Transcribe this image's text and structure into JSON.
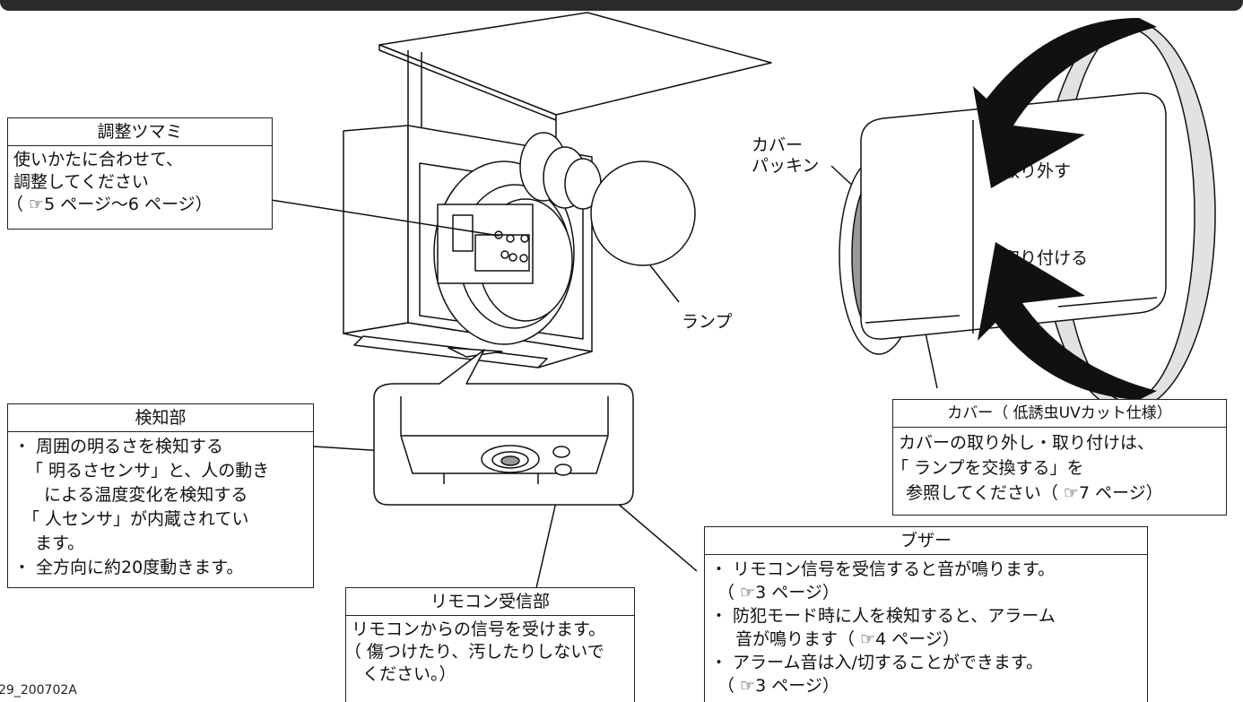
{
  "knob": {
    "title": "調整ツマミ",
    "lines": [
      "使いかたに合わせて、",
      "調整してください",
      "（ ☞5 ページ～6 ページ）"
    ]
  },
  "detector": {
    "title": "検知部",
    "lines": [
      "・ 周囲の明るさを検知する",
      "「 明るさセンサ」と、人の動き",
      "による温度変化を検知する",
      "「 人センサ」が内蔵されてい",
      "ます。",
      "・ 全方向に約20度動きます。"
    ]
  },
  "remote": {
    "title": "リモコン受信部",
    "lines": [
      "リモコンからの信号を受けます。",
      "（ 傷つけたり、汚したりしないで",
      "ください。）"
    ]
  },
  "buzzer": {
    "title": "ブザー",
    "lines": [
      "・ リモコン信号を受信すると音が鳴ります。",
      "（ ☞3 ページ）",
      "・ 防犯モード時に人を検知すると、アラーム",
      "音が鳴ります（ ☞4 ページ）",
      "・ アラーム音は入/切することができます。",
      "（ ☞3 ページ）"
    ]
  },
  "cover": {
    "title": "カバー（ 低誘虫UVカット仕様）",
    "lines": [
      "カバーの取り外し・取り付けは、",
      "「 ランプを交換する」を",
      "参照してください（ ☞7 ページ）"
    ]
  },
  "labels": {
    "packing": [
      "カバー",
      "パッキン"
    ],
    "remove": "取り外す",
    "attach": "取り付ける",
    "lamp": "ランプ"
  },
  "doc_code": "29_200702A"
}
